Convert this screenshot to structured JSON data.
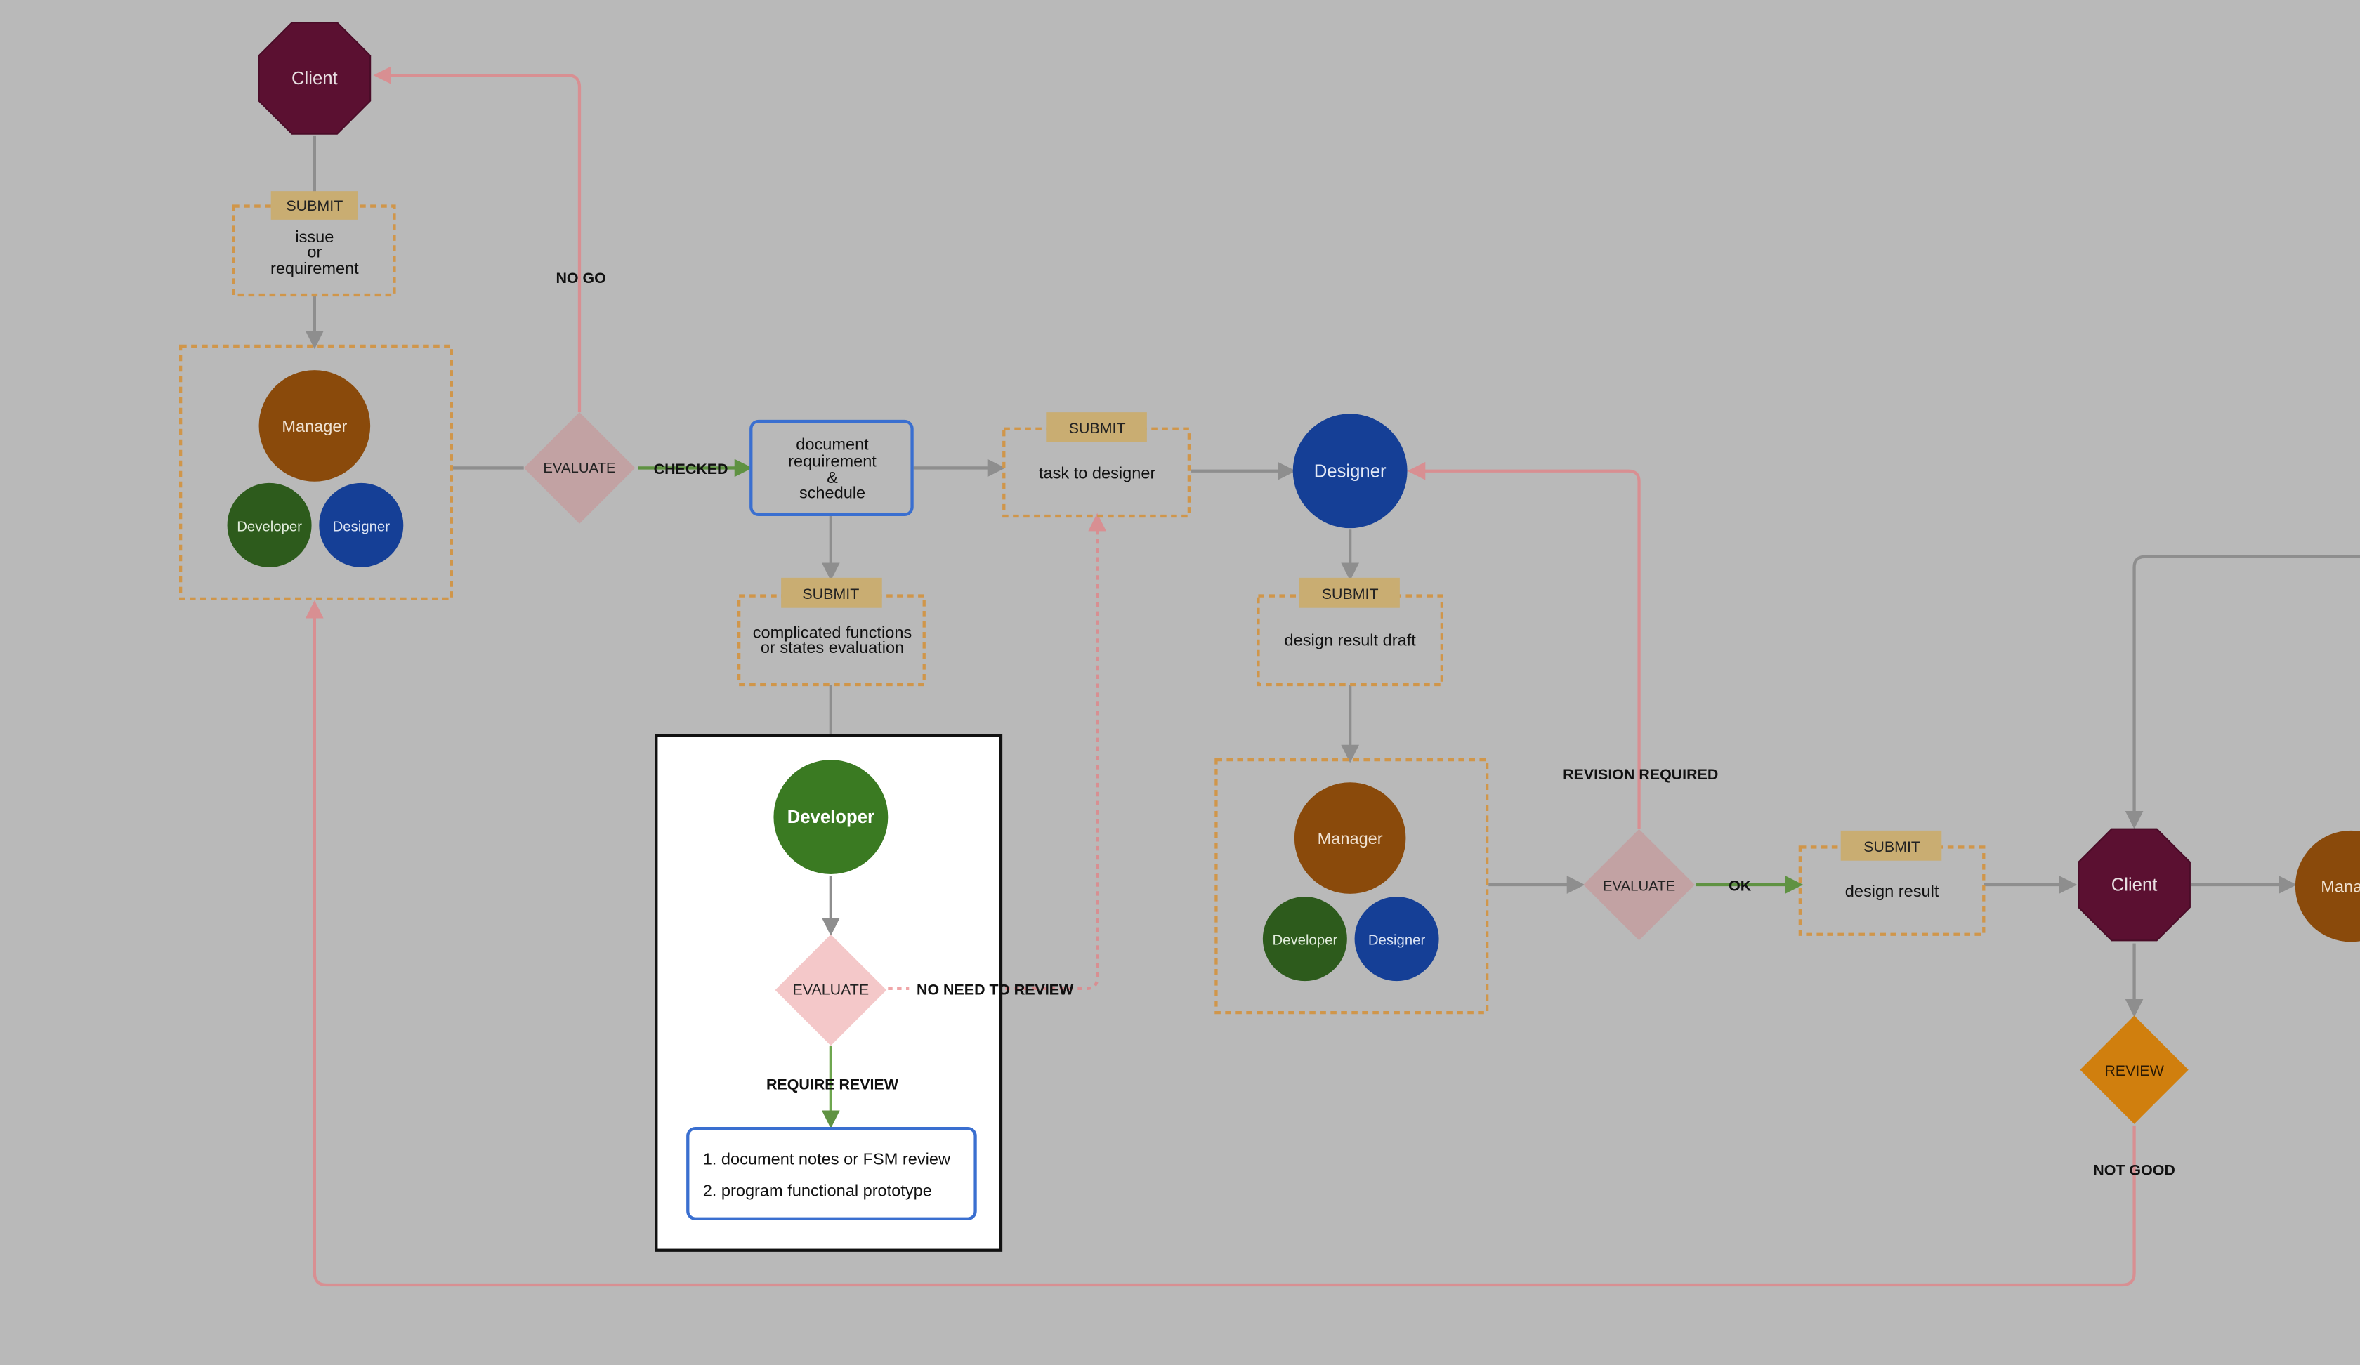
{
  "colors": {
    "background": "#b9b9b9",
    "client": "#5b1031",
    "manager": "#8a4a0b",
    "developer": "#2d5b1c",
    "designer": "#153f96",
    "evaluate_diamond": "#c2a2a3",
    "evaluate_diamond_light": "#f4c8c9",
    "review_diamond": "#d07f0e",
    "submit_tag": "#c9ad72",
    "dashed_border": "#d0964a",
    "blue_border": "#3a6fd0",
    "red_line": "#d88f92",
    "green_line": "#5f9242",
    "gray_line": "#8e8e8e"
  },
  "nodes": {
    "client_top": "Client",
    "submit_issue_tag": "SUBMIT",
    "submit_issue_text": [
      "issue",
      "or",
      "requirement"
    ],
    "team1": {
      "manager": "Manager",
      "developer": "Developer",
      "designer": "Designer"
    },
    "evaluate1": "EVALUATE",
    "doc_req": [
      "document",
      "requirement",
      "&",
      "schedule"
    ],
    "submit_designer_tag": "SUBMIT",
    "submit_designer_text": "task to designer",
    "designer_main": "Designer",
    "submit_func_tag": "SUBMIT",
    "submit_func_text": [
      "complicated functions",
      "or states evaluation"
    ],
    "dev_panel": {
      "developer": "Developer",
      "evaluate": "EVALUATE",
      "items": [
        "1. document notes or FSM review",
        "2. program functional prototype"
      ]
    },
    "submit_draft_tag": "SUBMIT",
    "submit_draft_text": "design result draft",
    "team2": {
      "manager": "Manager",
      "developer": "Developer",
      "designer": "Designer"
    },
    "evaluate2": "EVALUATE",
    "submit_result_tag": "SUBMIT",
    "submit_result_text": "design result",
    "client_right": "Client",
    "review": "REVIEW",
    "manager_partial": "Mana"
  },
  "edge_labels": {
    "no_go": "NO GO",
    "checked": "CHECKED",
    "no_need_to_review": "NO NEED TO REVIEW",
    "require_review": "REQUIRE REVIEW",
    "revision_required": "REVISION REQUIRED",
    "ok": "OK",
    "not_good": "NOT GOOD"
  }
}
